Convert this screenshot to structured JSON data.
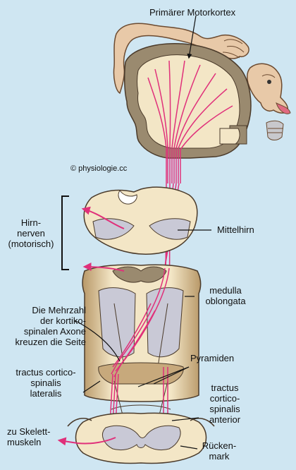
{
  "title": "Primärer Motorkortex",
  "copyright": "© physiologie.cc",
  "labels": {
    "hirnnerven": [
      "Hirn-",
      "nerven",
      "(motorisch)"
    ],
    "mittelhirn": "Mittelhirn",
    "medulla": [
      "medulla",
      "oblongata"
    ],
    "mehrzahl": [
      "Die Mehrzahl",
      "der kortiko-",
      "spinalen Axone",
      "kreuzen die Seite"
    ],
    "pyramiden": "Pyramiden",
    "lateralis": [
      "tractus cortico-",
      "spinalis",
      "lateralis"
    ],
    "anterior": [
      "tractus",
      "cortico-",
      "spinalis",
      "anterior"
    ],
    "skelett": [
      "zu Skelett-",
      "muskeln"
    ],
    "rueckenmark": [
      "Rücken-",
      "mark"
    ]
  },
  "colors": {
    "background": "#cfe6f2",
    "tissue": "#f3e6c6",
    "tissue_dark": "#c7a97c",
    "cortex_gray": "#9a8a6f",
    "gray_matter": "#c9c9d6",
    "tract": "#e0307a",
    "outline": "#4a3a2a",
    "homunculus": "#e8c9a8"
  }
}
